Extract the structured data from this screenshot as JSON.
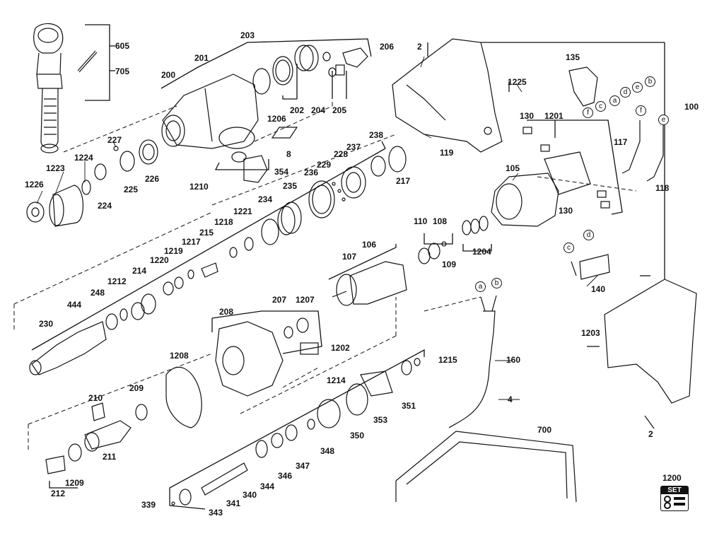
{
  "part_numbers": {
    "p605": "605",
    "p705": "705",
    "p200": "200",
    "p201": "201",
    "p203": "203",
    "p206": "206",
    "p2a": "2",
    "p1225": "1225",
    "p135": "135",
    "p100": "100",
    "p202": "202",
    "p204": "204",
    "p205": "205",
    "p1206": "1206",
    "p8": "8",
    "p227": "227",
    "p1224": "1224",
    "p1223": "1223",
    "p1226": "1226",
    "p224": "224",
    "p225": "225",
    "p226": "226",
    "p1210": "1210",
    "p354": "354",
    "p238": "238",
    "p237": "237",
    "p228": "228",
    "p229": "229",
    "p236": "236",
    "p217": "217",
    "p235": "235",
    "p234": "234",
    "p1221": "1221",
    "p1218": "1218",
    "p215": "215",
    "p1217": "1217",
    "p1219": "1219",
    "p1220": "1220",
    "p214": "214",
    "p1212": "1212",
    "p248": "248",
    "p444": "444",
    "p230": "230",
    "p119": "119",
    "p130a": "130",
    "p1201": "1201",
    "p130b": "130",
    "p117": "117",
    "p118": "118",
    "p105": "105",
    "p110": "110",
    "p108": "108",
    "p109": "109",
    "p1204": "1204",
    "p106": "106",
    "p107": "107",
    "p140": "140",
    "p1203": "1203",
    "p160": "160",
    "p4": "4",
    "p2b": "2",
    "p208": "208",
    "p207": "207",
    "p1207": "1207",
    "p1202": "1202",
    "p1208": "1208",
    "p1215": "1215",
    "p1214": "1214",
    "p353": "353",
    "p351": "351",
    "p350": "350",
    "p348": "348",
    "p347": "347",
    "p346": "346",
    "p344": "344",
    "p340": "340",
    "p341": "341",
    "p343": "343",
    "p339": "339",
    "p210": "210",
    "p209": "209",
    "p211": "211",
    "p212": "212",
    "p1209": "1209",
    "p700": "700",
    "p1200": "1200"
  },
  "callouts": {
    "b1": "b",
    "c1": "c",
    "a1": "a",
    "d1": "d",
    "e1": "e",
    "f1": "f",
    "f2": "f",
    "e2": "e",
    "d2": "d",
    "c2": "c",
    "a2": "a",
    "b2": "b"
  },
  "set_badge": "SET"
}
